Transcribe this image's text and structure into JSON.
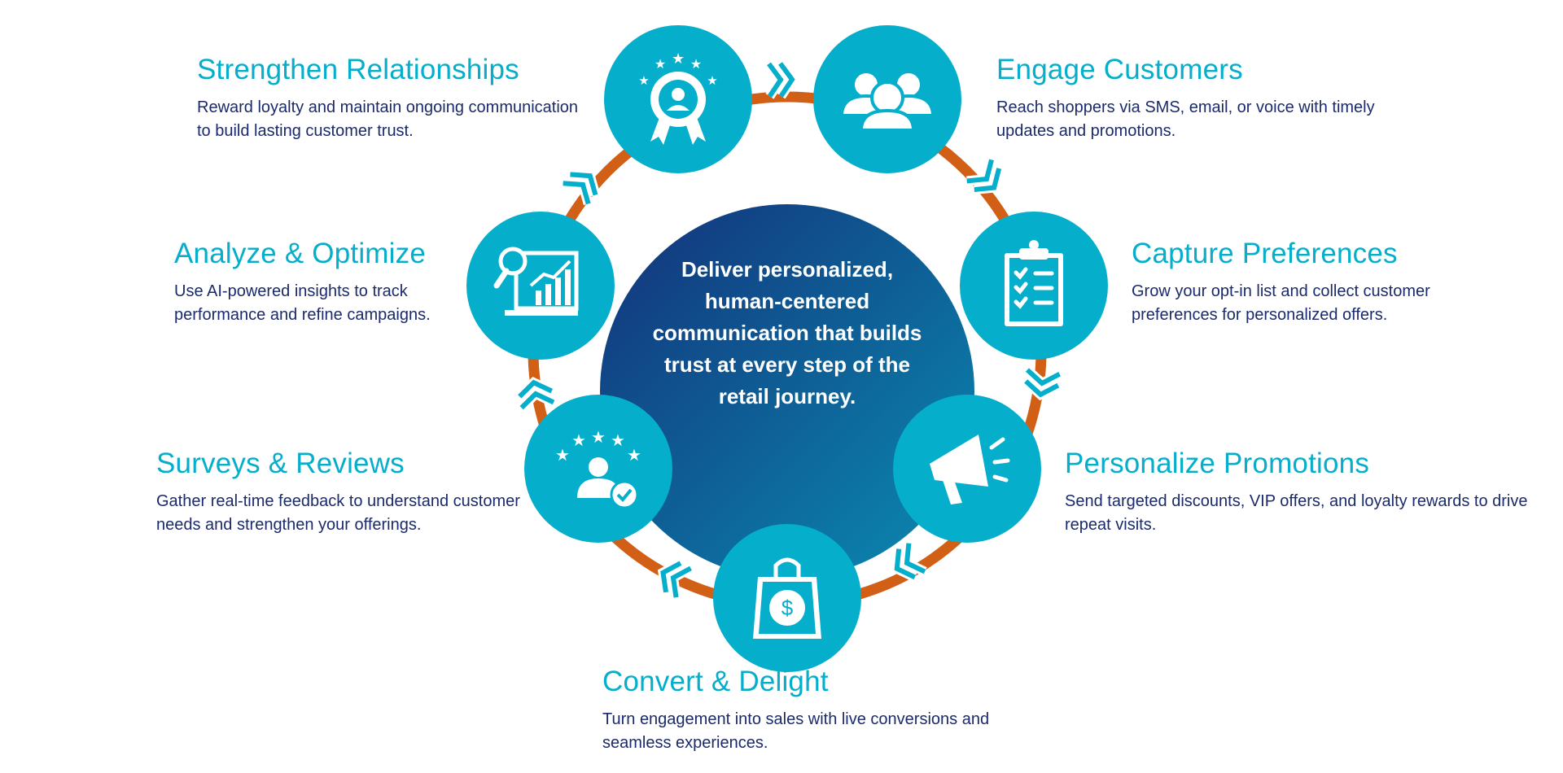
{
  "center_message": "Deliver personalized, human-centered communication that builds trust at every step of the retail journey.",
  "colors": {
    "teal": "#05AECB",
    "orange": "#D25F16",
    "navy": "#1B2A6B",
    "gradient_start": "#13317A",
    "gradient_end": "#0A8CB2"
  },
  "steps": [
    {
      "title": "Strengthen Relationships",
      "description": "Reward loyalty and maintain ongoing communication to build lasting customer trust.",
      "icon": "award-badge-icon"
    },
    {
      "title": "Engage Customers",
      "description": "Reach shoppers via SMS, email, or voice with timely updates and promotions.",
      "icon": "people-group-icon"
    },
    {
      "title": "Capture Preferences",
      "description": "Grow your opt-in list and collect customer preferences for personalized offers.",
      "icon": "clipboard-checklist-icon"
    },
    {
      "title": "Personalize Promotions",
      "description": "Send targeted discounts, VIP offers, and loyalty rewards to drive repeat visits.",
      "icon": "megaphone-icon"
    },
    {
      "title": "Convert & Delight",
      "description": "Turn engagement into sales with live conversions and seamless experiences.",
      "icon": "shopping-bag-dollar-icon"
    },
    {
      "title": "Surveys & Reviews",
      "description": "Gather real-time feedback to understand customer needs and strengthen your offerings.",
      "icon": "rating-person-check-icon"
    },
    {
      "title": "Analyze & Optimize",
      "description": "Use AI-powered insights to track performance and refine campaigns.",
      "icon": "analytics-monitor-icon"
    }
  ]
}
